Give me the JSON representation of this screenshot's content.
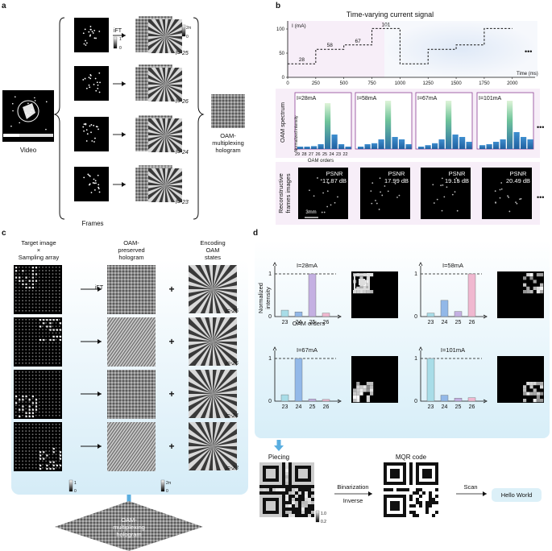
{
  "panels": {
    "a": "a",
    "b": "b",
    "c": "c",
    "d": "d"
  },
  "a": {
    "video_label": "Video",
    "frames_label": "Frames",
    "ift_label": "iFT",
    "colorbar_top": "1",
    "colorbar_bottom": "0",
    "phase_top": "2π",
    "phase_bottom": "0",
    "l_values": [
      "l=-25",
      "l=-26",
      "l=-24",
      "l=-23"
    ],
    "output_label_1": "OAM-",
    "output_label_2": "multiplexing",
    "output_label_3": "hologram"
  },
  "b": {
    "title": "Time-varying current signal",
    "ylabel": "I (mA)",
    "xlabel": "Time (ms)",
    "yticks": [
      "0",
      "50",
      "100"
    ],
    "xticks": [
      "0",
      "250",
      "500",
      "750",
      "1000",
      "1250",
      "1500",
      "1750",
      "2000"
    ],
    "step_labels": [
      "28",
      "58",
      "67",
      "101"
    ],
    "ellipsis": "•••",
    "spectrum_side_label": "OAM spectrum",
    "spectrum_ylabel": "Normalized intensity",
    "spectrum_xlabel": "OAM orders",
    "spectrum_orders": [
      "29",
      "28",
      "27",
      "26",
      "25",
      "24",
      "23",
      "22"
    ],
    "spectrum_currents": [
      "I=28mA",
      "I=58mA",
      "I=67mA",
      "I=101mA"
    ],
    "recon_side_label_1": "Reconstructive",
    "recon_side_label_2": "frames images",
    "psnr_label": "PSNR",
    "psnr_values": [
      "17.87 dB",
      "17.99 dB",
      "19.15 dB",
      "20.49 dB"
    ],
    "scalebar": "3mm"
  },
  "c": {
    "col1_line1": "Target image",
    "col1_line2": "×",
    "col1_line3": "Sampling array",
    "col2_line1": "OAM-",
    "col2_line2": "preserved",
    "col2_line3": "hologram",
    "col3_line1": "Encoding",
    "col3_line2": "OAM",
    "col3_line3": "states",
    "ift_label": "iFT",
    "plus": "+",
    "l_values": [
      "l=-25",
      "l=-26",
      "l=-24",
      "l=-23"
    ],
    "colorbar_top": "1",
    "colorbar_bottom": "0",
    "phase_top": "2π",
    "phase_bottom": "0",
    "bottom_label_1": "OAM-",
    "bottom_label_2": "multiplexing",
    "bottom_label_3": "hologram"
  },
  "d": {
    "ylabel_1": "Normalized",
    "ylabel_2": "intensity",
    "xlabel": "OAM orders",
    "yticks": [
      "0",
      "1"
    ],
    "orders": [
      "23",
      "24",
      "25",
      "26"
    ],
    "currents": [
      "I=28mA",
      "I=58mA",
      "I=67mA",
      "I=101mA"
    ],
    "values": [
      [
        0.15,
        0.11,
        1.0,
        0.08
      ],
      [
        0.08,
        0.38,
        0.12,
        1.0
      ],
      [
        0.15,
        1.0,
        0.05,
        0.04
      ],
      [
        1.0,
        0.14,
        0.07,
        0.08
      ]
    ],
    "bar_colors": [
      "#a8dde8",
      "#92b8e8",
      "#c4b0e2",
      "#f0b8d0"
    ],
    "piecing": "Piecing",
    "mqr": "MQR code",
    "binarization": "Binarization",
    "inverse": "Inverse",
    "scan": "Scan",
    "result": "Hello World",
    "colorbar_top": "1.0",
    "colorbar_bottom": "0.2"
  }
}
